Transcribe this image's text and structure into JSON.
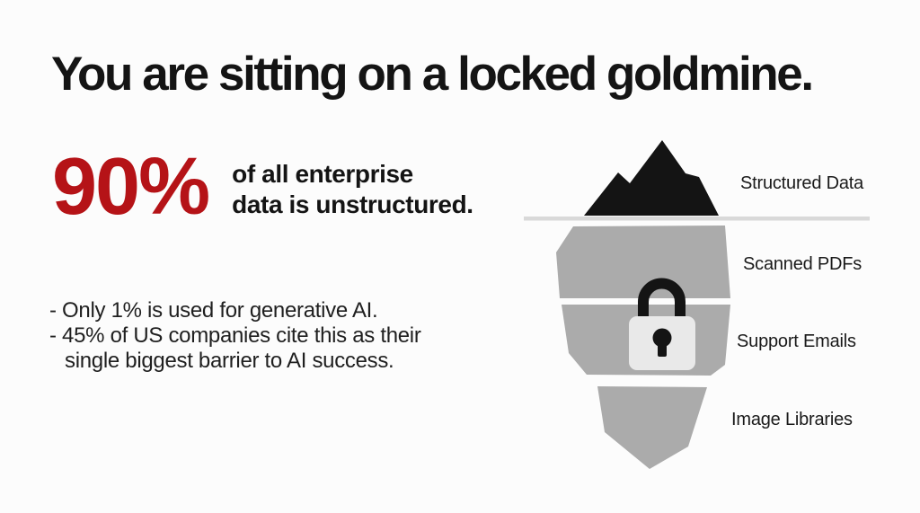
{
  "slide": {
    "title": "You are sitting on a locked goldmine.",
    "stat": {
      "value": "90%",
      "desc_line1": "of all enterprise",
      "desc_line2": "data is unstructured."
    },
    "bullets": {
      "line1": "- Only 1% is used for generative AI.",
      "line2": "- 45% of US companies cite this as their",
      "line3": "single biggest barrier to AI success."
    },
    "iceberg": {
      "labels": [
        "Structured Data",
        "Scanned PDFs",
        "Support Emails",
        "Image Libraries"
      ],
      "icons": {
        "mountain": "mountain-peak-icon",
        "lock": "padlock-icon"
      }
    },
    "colors": {
      "accent_red": "#b51317",
      "ink_black": "#141414",
      "iceberg_gray": "#ababab",
      "waterline_gray": "#d9d9d9",
      "lock_body_gray": "#e9e9e9",
      "background": "#fcfcfc"
    }
  }
}
